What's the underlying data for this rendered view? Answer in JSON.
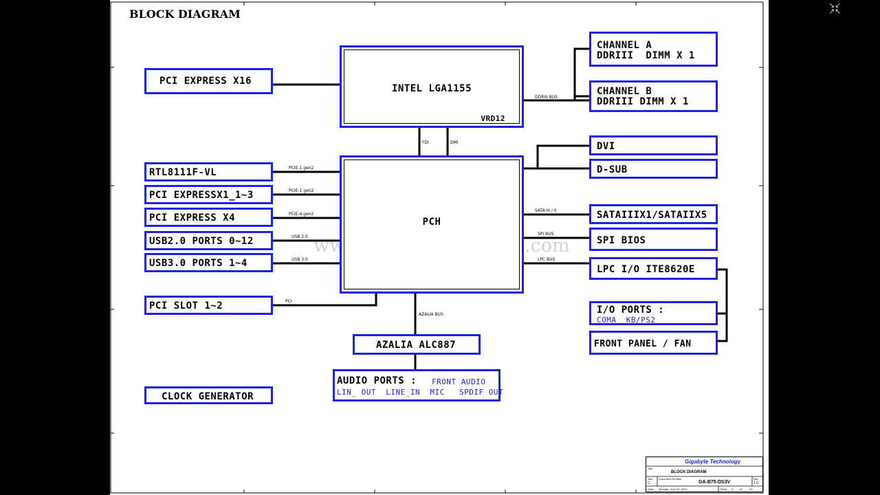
{
  "title": "BLOCK DIAGRAM",
  "watermark": "www.teknisi-indonesia.com",
  "blocks": {
    "cpu": "INTEL LGA1155",
    "cpu_vrd": "VRD12",
    "pch": "PCH",
    "pcie_x16": "PCI EXPRESS X16",
    "rtl": "RTL8111F-VL",
    "pcie_x1": "PCI EXPRESSX1_1~3",
    "pcie_x4": "PCI EXPRESS X4",
    "usb2": "USB2.0 PORTS 0~12",
    "usb3": "USB3.0 PORTS 1~4",
    "pci_slot": "PCI SLOT 1~2",
    "clock": "CLOCK GENERATOR",
    "chan_a_1": "CHANNEL A",
    "chan_a_2": "DDRIII  DIMM X 1",
    "chan_b_1": "CHANNEL B",
    "chan_b_2": "DDRIII DIMM X 1",
    "dvi": "DVI",
    "dsub": "D-SUB",
    "sata": "SATAIIIX1/SATAIIX5",
    "spi": "SPI BIOS",
    "lpc": "LPC I/O ITE8620E",
    "io_ports": "I/O PORTS :",
    "io_ports_sub": "COMA  KB/PS2",
    "front_panel": "FRONT PANEL / FAN",
    "azalia": "AZALIA ALC887",
    "audio_ports": "AUDIO PORTS :",
    "audio_front": "FRONT AUDIO",
    "audio_sub": "LIN_ OUT  LINE_IN  MIC   SPDIF OUT"
  },
  "buses": {
    "ddr": "DDRIII BUS",
    "fdi": "FDI",
    "dmi": "DMI",
    "pcie1_a": "PCIE-1 gen2",
    "pcie1_b": "PCIE-1 gen2",
    "pcie4": "PCIE-4 gen2",
    "usb20": "USB 2.0",
    "usb30": "USB 3.0",
    "pci": "PCI",
    "sata": "SATA III / II",
    "spi": "SPI BUS",
    "lpc": "LPC BUS",
    "azalia": "AZALIA BUS"
  },
  "title_block": {
    "company": "Gigabyte Technology",
    "title_lbl": "Title",
    "title": "BLOCK DIAGRAM",
    "size_lbl": "Size",
    "size": "C",
    "docnum_lbl": "Document Number",
    "docnum": "GA-B75-DS3V",
    "rev_lbl": "Rev",
    "rev": "1.0",
    "date_lbl": "Date:",
    "date": "Monday, June 03, 2013",
    "sheet_lbl": "Sheet",
    "sheet": "3",
    "of_lbl": "of",
    "of": "33"
  },
  "colors": {
    "box_border": "#1c22e0",
    "wire": "#000000"
  }
}
